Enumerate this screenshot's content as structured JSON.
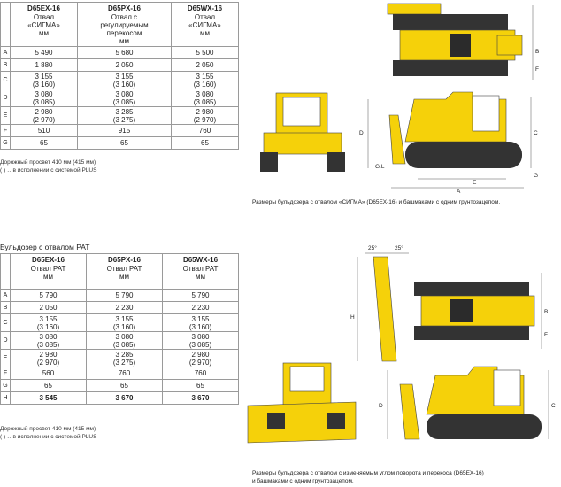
{
  "table1": {
    "columns": [
      {
        "model": "D65EX-16",
        "desc": "Отвал «СИГМА»",
        "unit": "мм"
      },
      {
        "model": "D65PX-16",
        "desc": "Отвал с регулируемым перекосом",
        "unit": "мм"
      },
      {
        "model": "D65WX-16",
        "desc": "Отвал «СИГМА»",
        "unit": "мм"
      }
    ],
    "rows": [
      {
        "label": "A",
        "v1": "5 490",
        "v2": "5 680",
        "v3": "5 500"
      },
      {
        "label": "B",
        "v1": "1 880",
        "v2": "2 050",
        "v3": "2 050"
      },
      {
        "label": "C",
        "v1": "3 155\n(3 160)",
        "v2": "3 155\n(3 160)",
        "v3": "3 155\n(3 160)"
      },
      {
        "label": "D",
        "v1": "3 080\n(3 085)",
        "v2": "3 080\n(3 085)",
        "v3": "3 080\n(3 085)"
      },
      {
        "label": "E",
        "v1": "2 980\n(2 970)",
        "v2": "3 285\n(3 275)",
        "v3": "2 980\n(2 970)"
      },
      {
        "label": "F",
        "v1": "510",
        "v2": "915",
        "v3": "760"
      },
      {
        "label": "G",
        "v1": "65",
        "v2": "65",
        "v3": "65"
      }
    ],
    "note1": "Дорожный просвет 410 мм (415 мм)",
    "note2": "( ) …в исполнении с системой PLUS"
  },
  "section2_title": "Бульдозер с отвалом PAT",
  "table2": {
    "columns": [
      {
        "model": "D65EX-16",
        "desc": "Отвал PAT",
        "unit": "мм"
      },
      {
        "model": "D65PX-16",
        "desc": "Отвал PAT",
        "unit": "мм"
      },
      {
        "model": "D65WX-16",
        "desc": "Отвал PAT",
        "unit": "мм"
      }
    ],
    "rows": [
      {
        "label": "A",
        "v1": "5 790",
        "v2": "5 790",
        "v3": "5 790"
      },
      {
        "label": "B",
        "v1": "2 050",
        "v2": "2 230",
        "v3": "2 230"
      },
      {
        "label": "C",
        "v1": "3 155\n(3 160)",
        "v2": "3 155\n(3 160)",
        "v3": "3 155\n(3 160)"
      },
      {
        "label": "D",
        "v1": "3 080\n(3 085)",
        "v2": "3 080\n(3 085)",
        "v3": "3 080\n(3 085)"
      },
      {
        "label": "E",
        "v1": "2 980\n(2 970)",
        "v2": "3 285\n(3 275)",
        "v3": "2 980\n(2 970)"
      },
      {
        "label": "F",
        "v1": "560",
        "v2": "760",
        "v3": "760"
      },
      {
        "label": "G",
        "v1": "65",
        "v2": "65",
        "v3": "65"
      },
      {
        "label": "H",
        "v1": "3 545",
        "v2": "3 670",
        "v3": "3 670",
        "bold": true
      }
    ],
    "note1": "Дорожный просвет 410 мм (415 мм)",
    "note2": "( ) …в исполнении с системой PLUS"
  },
  "caption1": "Размеры бульдозера с отвалом «СИГМА» (D65EX-16) и башмаками с одним грунтозацепом.",
  "caption2_line1": "Размеры бульдозера с отвалом с изменяемым углом поворота и перекоса (D65EX-16)",
  "caption2_line2": "и башмаками с одним грунтозацепом.",
  "dims": {
    "A": "A",
    "B": "B",
    "C": "C",
    "D": "D",
    "E": "E",
    "F": "F",
    "G": "G",
    "GL": "G.L",
    "H": "H"
  },
  "angles": {
    "left": "25°",
    "right": "25°"
  },
  "colors": {
    "machine": "#f5d10a",
    "dark": "#2b2b2b",
    "grid": "#9a9a9a"
  }
}
